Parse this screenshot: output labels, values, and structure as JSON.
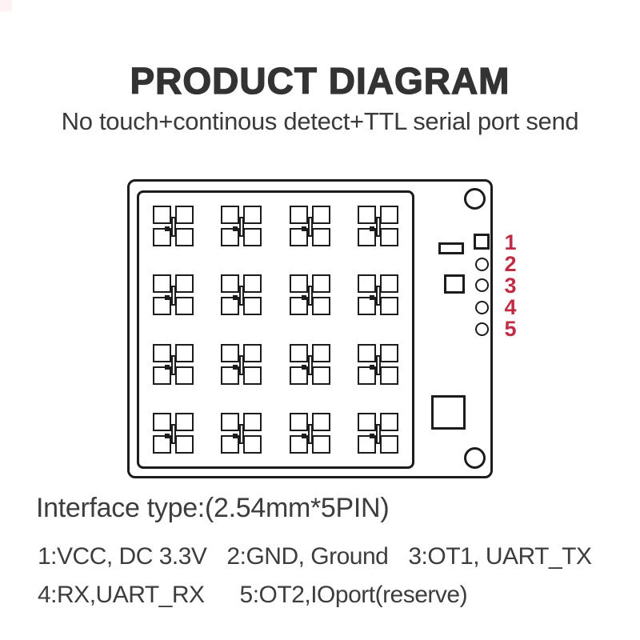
{
  "watermark": {
    "color": "#fdf3f5"
  },
  "header": {
    "title": "PRODUCT DIAGRAM",
    "subtitle": "No touch+continous detect+TTL serial port send"
  },
  "board": {
    "antenna_grid": {
      "rows": 4,
      "cols": 4
    },
    "pin_numbers": [
      "1",
      "2",
      "3",
      "4",
      "5"
    ],
    "pin_number_color": "#bf2c45",
    "line_color": "#1c1c1c"
  },
  "interface": {
    "heading": "Interface type:(2.54mm*5PIN)",
    "line1": [
      "1:VCC, DC 3.3V",
      "2:GND, Ground",
      "3:OT1, UART_TX"
    ],
    "line2": [
      "4:RX,UART_RX",
      "5:OT2,IOport(reserve)"
    ]
  }
}
